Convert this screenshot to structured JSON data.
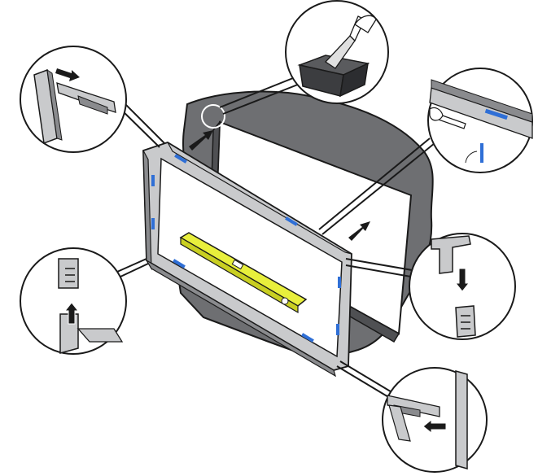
{
  "figure": {
    "kind": "installation-instruction-drawing",
    "colors": {
      "background": "#ffffff",
      "wall_fill": "#6e6f72",
      "wall_inner": "#4f5053",
      "frame_metal": "#c9cacc",
      "frame_dark": "#8a8b8e",
      "outline": "#1a1a1a",
      "adhesive_tape": "#2f6fd6",
      "spirit_level": "#e8ef3c",
      "arrow": "#1a1a1a"
    },
    "callouts": [
      {
        "name": "callout-top-left-corner-clip",
        "content": "corner-connector-insertion"
      },
      {
        "name": "callout-top-center-adhesive",
        "content": "applying-adhesive-with-trowel"
      },
      {
        "name": "callout-top-right-tape",
        "content": "tape-strip-with-drawing-pen"
      },
      {
        "name": "callout-left-vertical-clip",
        "content": "vertical-profile-joining"
      },
      {
        "name": "callout-right-vertical-clip",
        "content": "vertical-profile-joining"
      },
      {
        "name": "callout-bottom-right-corner-clip",
        "content": "corner-connector-insertion"
      }
    ],
    "icons": [
      "arrow-icon",
      "spirit-level-icon",
      "trowel-icon",
      "adhesive-tub-icon",
      "pen-icon",
      "angle-icon"
    ]
  }
}
